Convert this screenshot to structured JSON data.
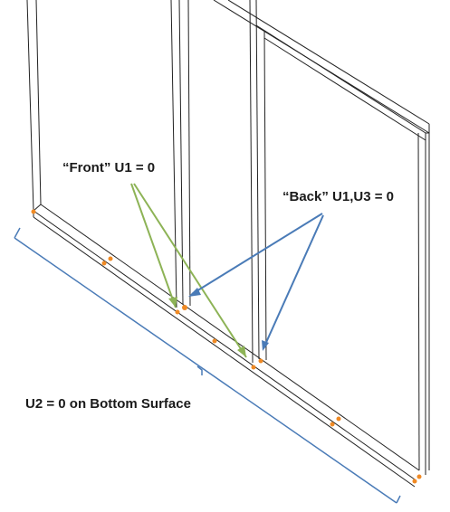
{
  "annotations": {
    "front_label": "“Front” U1 = 0",
    "back_label": "“Back” U1,U3 = 0",
    "bottom_label": "U2 = 0 on Bottom Surface"
  },
  "colors": {
    "frame": "#222222",
    "green_arrow": "#8db356",
    "blue_arrow": "#4a7bb7",
    "bracket": "#4a7bb7",
    "node": "#f08a24"
  }
}
